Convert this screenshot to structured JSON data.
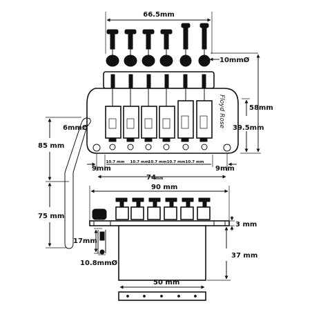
{
  "brand": "Floyd Rose",
  "dimensions": {
    "top_width": "66.5mm",
    "stud_diameter": "10mmØ",
    "total_depth": "58mm",
    "body_depth": "39.5mm",
    "arm_diameter": "6mmØ",
    "arm_length_upper": "85 mm",
    "arm_length_lower": "75 mm",
    "edge_left": "9mm",
    "edge_right": "9mm",
    "string_spacings": [
      "10.7 mm",
      "10.7 mm",
      "10.7 mm",
      "10.7 mm",
      "10.7 mm"
    ],
    "base_span": "74",
    "base_span_unit": "mm",
    "plate_width": "90 mm",
    "plate_thickness": "3 mm",
    "block_depth": "37 mm",
    "arm_socket_height": "17mm",
    "arm_socket_diameter": "10.8mmØ",
    "block_width": "50 mm"
  },
  "colors": {
    "ink": "#111111",
    "paper": "#ffffff"
  }
}
